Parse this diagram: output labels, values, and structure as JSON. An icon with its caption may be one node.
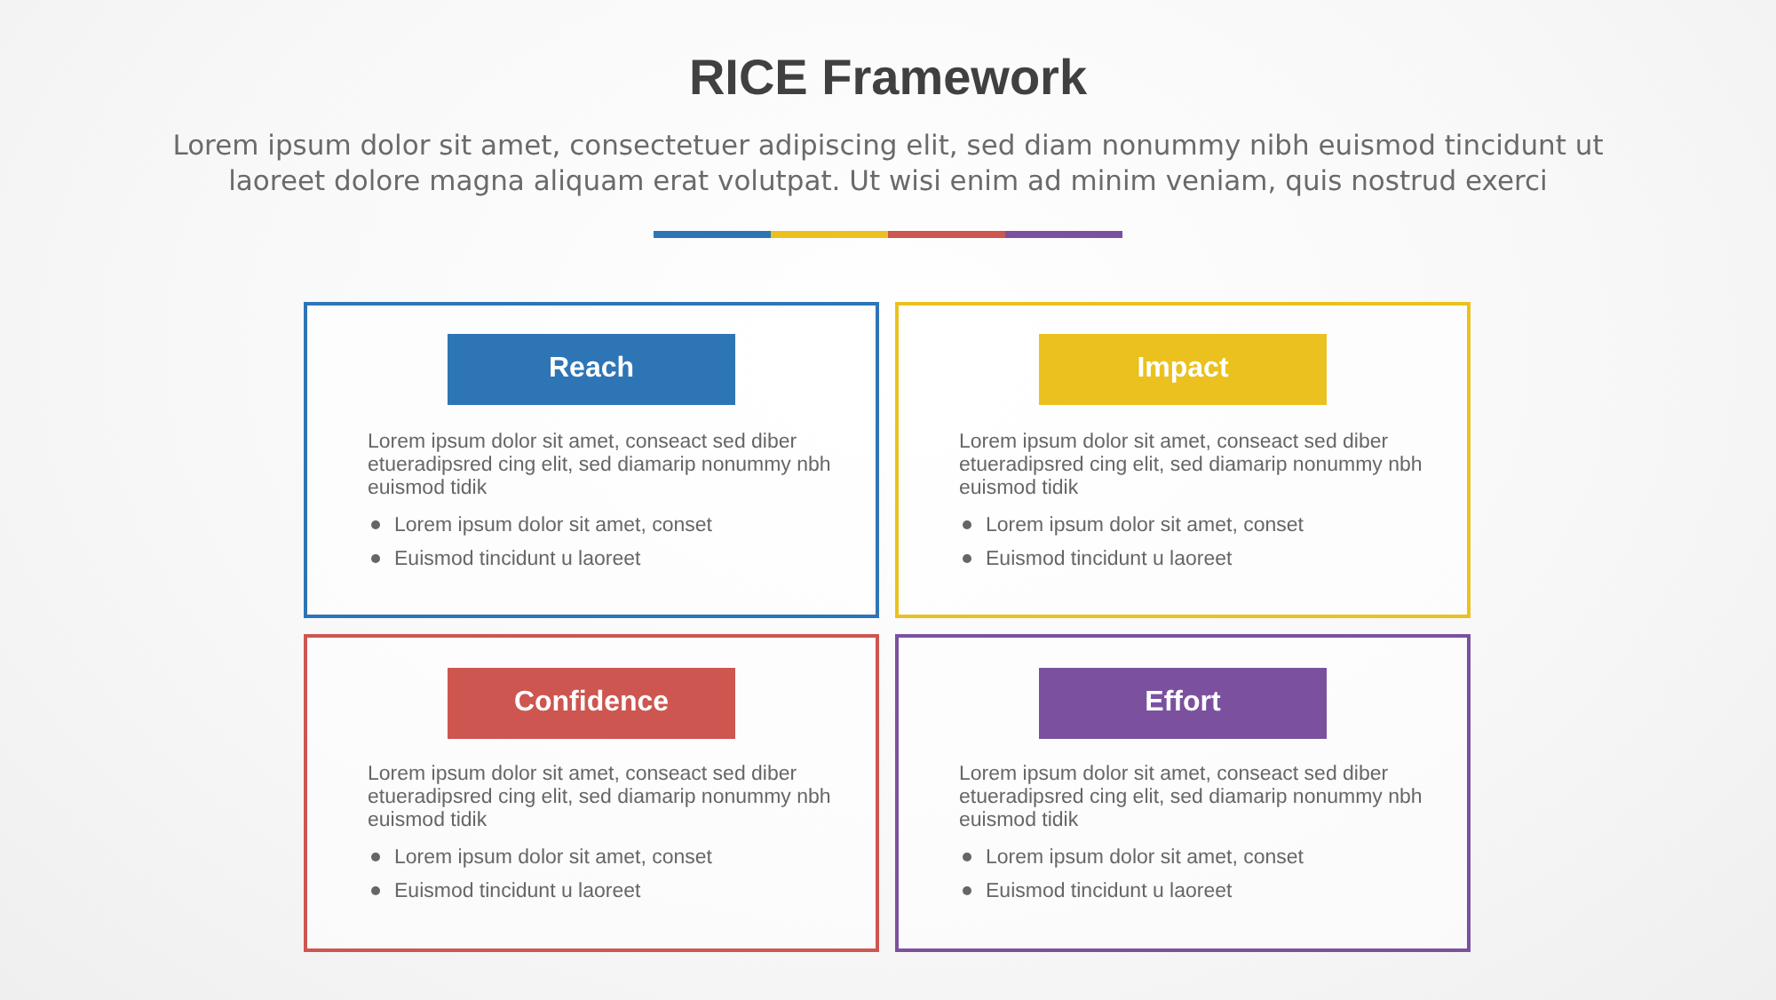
{
  "diagram": {
    "title": "RICE Framework",
    "nodes": [
      {
        "text": [
          "Lorem ipsum dolor sit amet, conseact sed diber etueradipsred cing elit, sed diamarip nonummy nbh euismod tidik",
          "Lorem ipsum dolor sit amet, conset",
          "Euismod tincidunt u laoreet"
        ]
      },
      {
        "text": [
          "Reach"
        ],
        "in": 0
      },
      {
        "text": [
          "Lorem ipsum dolor sit amet, conseact sed diber etueradipsred cing elit, sed diamarip nonummy nbh euismod tidik",
          "Lorem ipsum dolor sit amet, conset",
          "Euismod tincidunt u laoreet"
        ]
      },
      {
        "text": [
          "Impact"
        ],
        "in": 2
      },
      {
        "text": [
          "Lorem ipsum dolor sit amet, conseact sed diber etueradipsred cing elit, sed diamarip nonummy nbh euismod tidik",
          "Lorem ipsum dolor sit amet, conset",
          "Euismod tincidunt u laoreet"
        ]
      },
      {
        "text": [
          "Confidence"
        ],
        "in": 4
      },
      {
        "text": [
          "Lorem ipsum dolor sit amet, conseact sed diber etueradipsred cing elit, sed diamarip nonummy nbh euismod tidik",
          "Lorem ipsum dolor sit amet, conset",
          "Euismod tincidunt u laoreet"
        ]
      },
      {
        "text": [
          "Effort"
        ],
        "in": 6
      }
    ],
    "labels": [
      "Lorem ipsum dolor sit amet, consectetuer adipiscing elit, sed diam nonummy nibh euismod tincidunt ut laoreet dolore magna aliquam erat volutpat. Ut wisi enim ad minim veniam, quis nostrud exerci"
    ]
  }
}
